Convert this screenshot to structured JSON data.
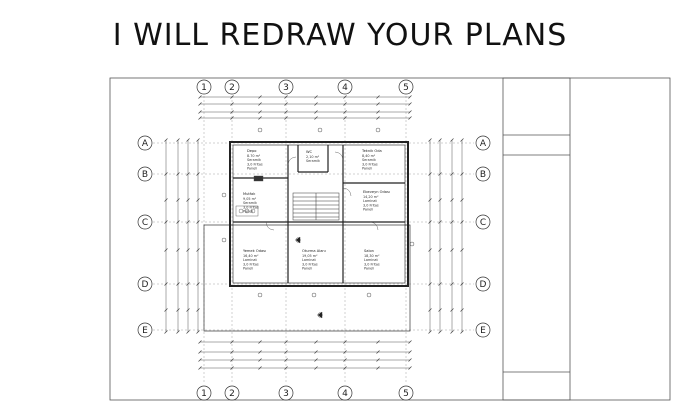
{
  "header": {
    "title": "I WILL REDRAW YOUR PLANS"
  },
  "grid": {
    "columns": [
      "1",
      "2",
      "3",
      "4",
      "5"
    ],
    "rows": [
      "A",
      "B",
      "C",
      "D",
      "E"
    ]
  },
  "rooms": [
    {
      "name": "Depo",
      "lines": [
        "8.70 m²",
        "Seramik",
        "3,0 Fritas",
        "Paneli"
      ]
    },
    {
      "name": "WC",
      "lines": [
        "2,10 m²",
        "Seramik"
      ]
    },
    {
      "name": "Teknik Oda",
      "lines": [
        "8,40 m²",
        "Seramik",
        "3,0 Fritas",
        "Paneli"
      ]
    },
    {
      "name": "Mutfak",
      "lines": [
        "9,05 m²",
        "Seramik",
        "3,0 Fritas",
        "Paneli"
      ]
    },
    {
      "name": "Ebeveyn Odası",
      "lines": [
        "14,20 m²",
        "Laminat",
        "3,0 Fritas",
        "Paneli"
      ]
    },
    {
      "name": "Yemek Odası",
      "lines": [
        "16,40 m²",
        "Laminat",
        "3,0 Fritas",
        "Paneli"
      ]
    },
    {
      "name": "Oturma Alanı",
      "lines": [
        "19,05 m²",
        "Laminat",
        "3,0 Fritas",
        "Paneli"
      ]
    },
    {
      "name": "Salon",
      "lines": [
        "18,30 m²",
        "Laminat",
        "3,0 Fritas",
        "Paneli"
      ]
    }
  ]
}
